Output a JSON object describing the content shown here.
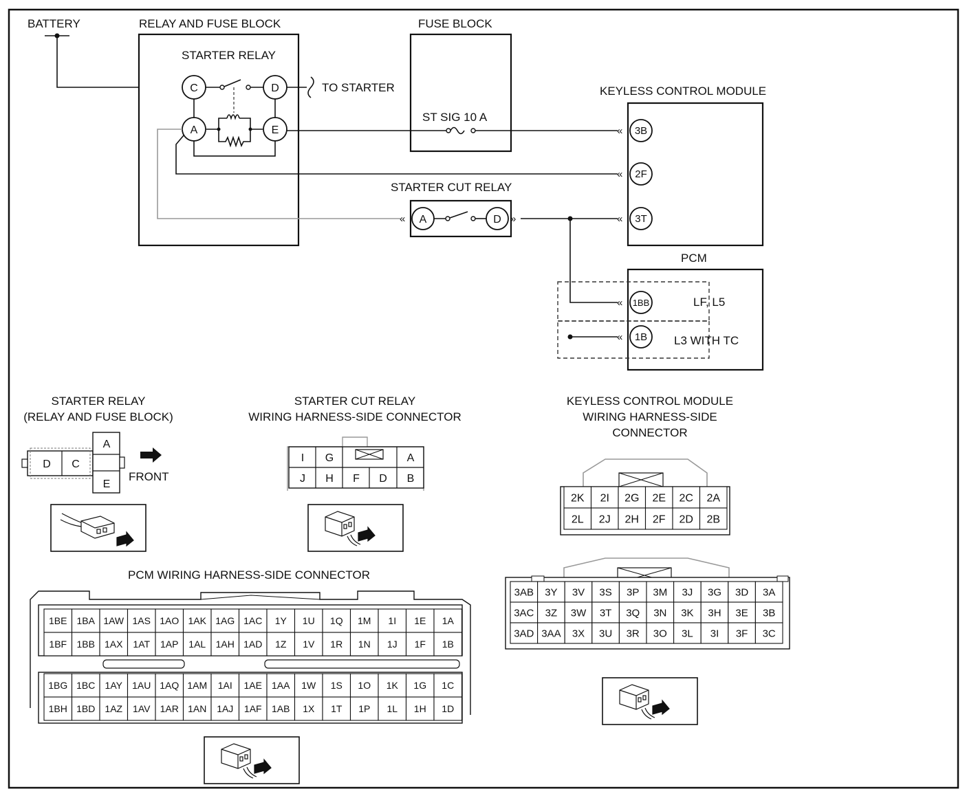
{
  "schematic": {
    "battery": "BATTERY",
    "relay_fuse_block": "RELAY AND FUSE BLOCK",
    "starter_relay": "STARTER RELAY",
    "fuse_block": "FUSE BLOCK",
    "fuse_label": "ST SIG 10 A",
    "to_starter": "TO STARTER",
    "keyless_module": "KEYLESS CONTROL MODULE",
    "starter_cut_relay": "STARTER CUT RELAY",
    "pcm": "PCM",
    "pcm_variant_1": "LF, L5",
    "pcm_variant_2": "L3 WITH TC",
    "relay_pins": {
      "c": "C",
      "d": "D",
      "a": "A",
      "e": "E"
    },
    "cut_pins": {
      "a": "A",
      "d": "D"
    },
    "kcm_pins": {
      "p3b": "3B",
      "p2f": "2F",
      "p3t": "3T"
    },
    "pcm_pins": {
      "p1bb": "1BB",
      "p1b": "1B"
    }
  },
  "connectors": {
    "starter_relay_title_1": "STARTER RELAY",
    "starter_relay_title_2": "(RELAY AND FUSE BLOCK)",
    "front_label": "FRONT",
    "sr_cells": {
      "d": "D",
      "c": "C",
      "a": "A",
      "e": "E"
    },
    "cut_title_1": "STARTER CUT RELAY",
    "cut_title_2": "WIRING HARNESS-SIDE CONNECTOR",
    "cut_top": [
      "I",
      "G",
      "A"
    ],
    "cut_bottom": [
      "J",
      "H",
      "F",
      "D",
      "B"
    ],
    "kcm_title_1": "KEYLESS CONTROL MODULE",
    "kcm_title_2": "WIRING HARNESS-SIDE",
    "kcm_title_3": "CONNECTOR",
    "kcm_small_rows": [
      [
        "2K",
        "2I",
        "2G",
        "2E",
        "2C",
        "2A"
      ],
      [
        "2L",
        "2J",
        "2H",
        "2F",
        "2D",
        "2B"
      ]
    ],
    "kcm_big_rows": [
      [
        "3AB",
        "3Y",
        "3V",
        "3S",
        "3P",
        "3M",
        "3J",
        "3G",
        "3D",
        "3A"
      ],
      [
        "3AC",
        "3Z",
        "3W",
        "3T",
        "3Q",
        "3N",
        "3K",
        "3H",
        "3E",
        "3B"
      ],
      [
        "3AD",
        "3AA",
        "3X",
        "3U",
        "3R",
        "3O",
        "3L",
        "3I",
        "3F",
        "3C"
      ]
    ],
    "pcm_title": "PCM WIRING HARNESS-SIDE CONNECTOR",
    "pcm_top_rows": [
      [
        "1BE",
        "1BA",
        "1AW",
        "1AS",
        "1AO",
        "1AK",
        "1AG",
        "1AC",
        "1Y",
        "1U",
        "1Q",
        "1M",
        "1I",
        "1E",
        "1A"
      ],
      [
        "1BF",
        "1BB",
        "1AX",
        "1AT",
        "1AP",
        "1AL",
        "1AH",
        "1AD",
        "1Z",
        "1V",
        "1R",
        "1N",
        "1J",
        "1F",
        "1B"
      ]
    ],
    "pcm_bottom_rows": [
      [
        "1BG",
        "1BC",
        "1AY",
        "1AU",
        "1AQ",
        "1AM",
        "1AI",
        "1AE",
        "1AA",
        "1W",
        "1S",
        "1O",
        "1K",
        "1G",
        "1C"
      ],
      [
        "1BH",
        "1BD",
        "1AZ",
        "1AV",
        "1AR",
        "1AN",
        "1AJ",
        "1AF",
        "1AB",
        "1X",
        "1T",
        "1P",
        "1L",
        "1H",
        "1D"
      ]
    ]
  }
}
